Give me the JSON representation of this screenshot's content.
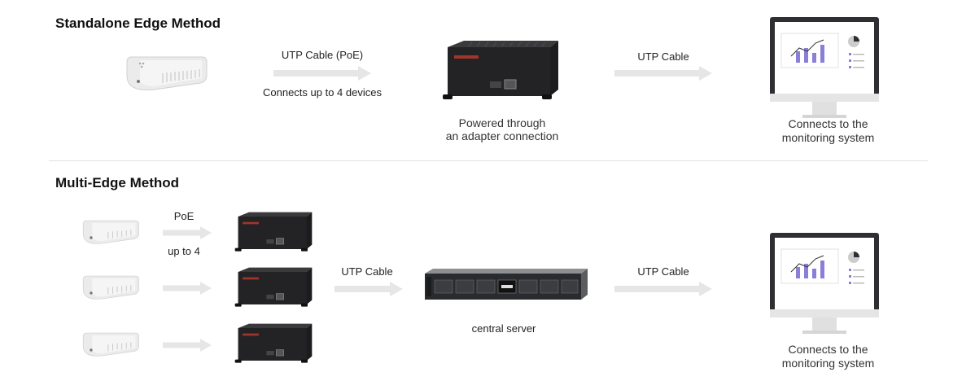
{
  "standalone": {
    "title": "Standalone Edge Method",
    "cable1": "UTP Cable (PoE)",
    "cable1_sub": "Connects up to 4 devices",
    "edge_caption_line1": "Powered through",
    "edge_caption_line2": "an adapter connection",
    "cable2": "UTP Cable",
    "monitor_caption_line1": "Connects to the",
    "monitor_caption_line2": "monitoring system"
  },
  "multi": {
    "title": "Multi-Edge Method",
    "poe": "PoE",
    "poe_sub": "up to 4",
    "cable1": "UTP Cable",
    "server_caption": "central server",
    "cable2": "UTP Cable",
    "monitor_caption_line1": "Connects to the",
    "monitor_caption_line2": "monitoring system"
  },
  "colors": {
    "arrow": "#e6e6e6",
    "box": "#1c1c1e",
    "chart_bar": "#8a7fd6",
    "sensor": "#e9e9e9"
  }
}
